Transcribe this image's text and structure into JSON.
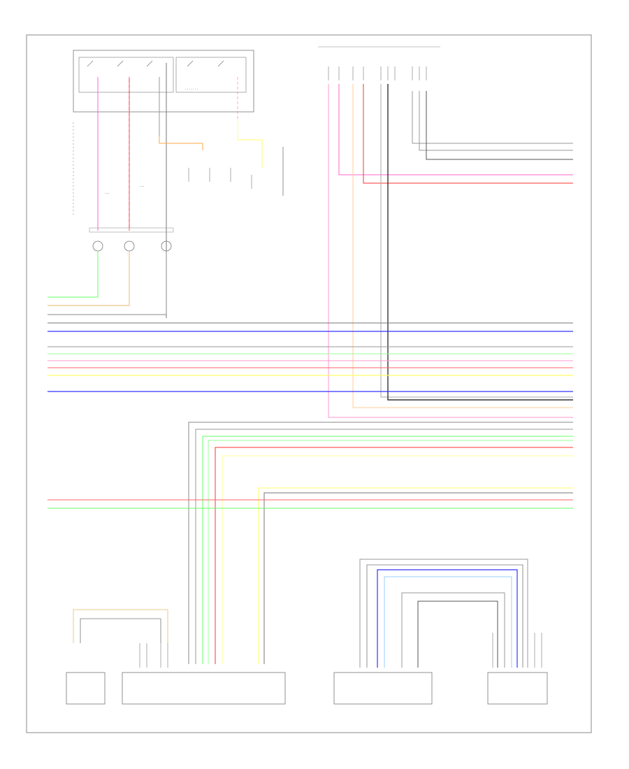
{
  "page": {
    "number": ""
  },
  "diagram": {
    "title": "",
    "colors": {
      "pink": "#ff66cc",
      "light_pink": "#ff99cc",
      "red": "#ff3333",
      "green": "#66ff66",
      "light_green": "#99ff99",
      "orange": "#ffaa44",
      "yellow": "#ffff66",
      "blue": "#3333ff",
      "light_blue": "#99ccff",
      "gray": "#999999",
      "black": "#333333",
      "tan": "#e8c888"
    },
    "components": [
      {
        "id": "steering_pad_switch",
        "label": ""
      },
      {
        "id": "multimedia_module",
        "label": ""
      },
      {
        "id": "steering_clock_spring",
        "label": ""
      },
      {
        "id": "steering_lock_ecu",
        "label": ""
      },
      {
        "id": "radio_receiver_assembly",
        "label": ""
      },
      {
        "id": "gateway_module",
        "label": ""
      },
      {
        "id": "dlc_terminal",
        "label": ""
      }
    ]
  }
}
